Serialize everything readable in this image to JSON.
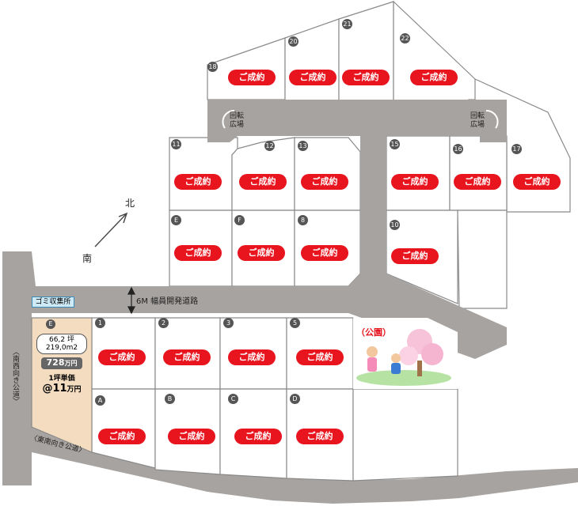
{
  "road": {
    "label": "6M 幅員開発道路",
    "turn_label_line1": "回転",
    "turn_label_line2": "広場"
  },
  "garbage": {
    "label": "ゴミ収集所"
  },
  "compass": {
    "north": "北",
    "south": "南"
  },
  "park": {
    "label": "（公園）"
  },
  "public_roads": {
    "west": "〈南西向き公道〉",
    "east": "〈東南向き公道〉"
  },
  "lots": [
    {
      "id": "18",
      "status": "ご成約"
    },
    {
      "id": "20",
      "status": "ご成約"
    },
    {
      "id": "21",
      "status": "ご成約"
    },
    {
      "id": "22",
      "status": "ご成約"
    },
    {
      "id": "11",
      "status": "ご成約"
    },
    {
      "id": "12",
      "status": "ご成約"
    },
    {
      "id": "13",
      "status": "ご成約"
    },
    {
      "id": "15",
      "status": "ご成約"
    },
    {
      "id": "16",
      "status": "ご成約"
    },
    {
      "id": "17",
      "status": "ご成約"
    },
    {
      "id": "E",
      "status": "ご成約"
    },
    {
      "id": "F",
      "status": "ご成約"
    },
    {
      "id": "8",
      "status": "ご成約"
    },
    {
      "id": "10",
      "status": "ご成約"
    },
    {
      "id": "1",
      "status": "ご成約"
    },
    {
      "id": "2",
      "status": "ご成約"
    },
    {
      "id": "3",
      "status": "ご成約"
    },
    {
      "id": "5",
      "status": "ご成約"
    },
    {
      "id": "A",
      "status": "ご成約"
    },
    {
      "id": "B",
      "status": "ご成約"
    },
    {
      "id": "C",
      "status": "ご成約"
    },
    {
      "id": "D",
      "status": "ご成約"
    }
  ],
  "available_lot": {
    "id": "E",
    "tsubo": "66,2 坪",
    "m2": "219,0m2",
    "price_number": "728",
    "price_unit": "万円",
    "unit_price_title": "1坪単価",
    "unit_price_number": "@11",
    "unit_price_unit": "万円"
  },
  "colors": {
    "road": "#a7a3a0",
    "lot_line": "#8a8a8a",
    "sold_red": "#e8141e",
    "available_lot": "#f3dcc0",
    "park_green": "#b6e3a3",
    "garbage_blue": "#cfeaf7"
  }
}
